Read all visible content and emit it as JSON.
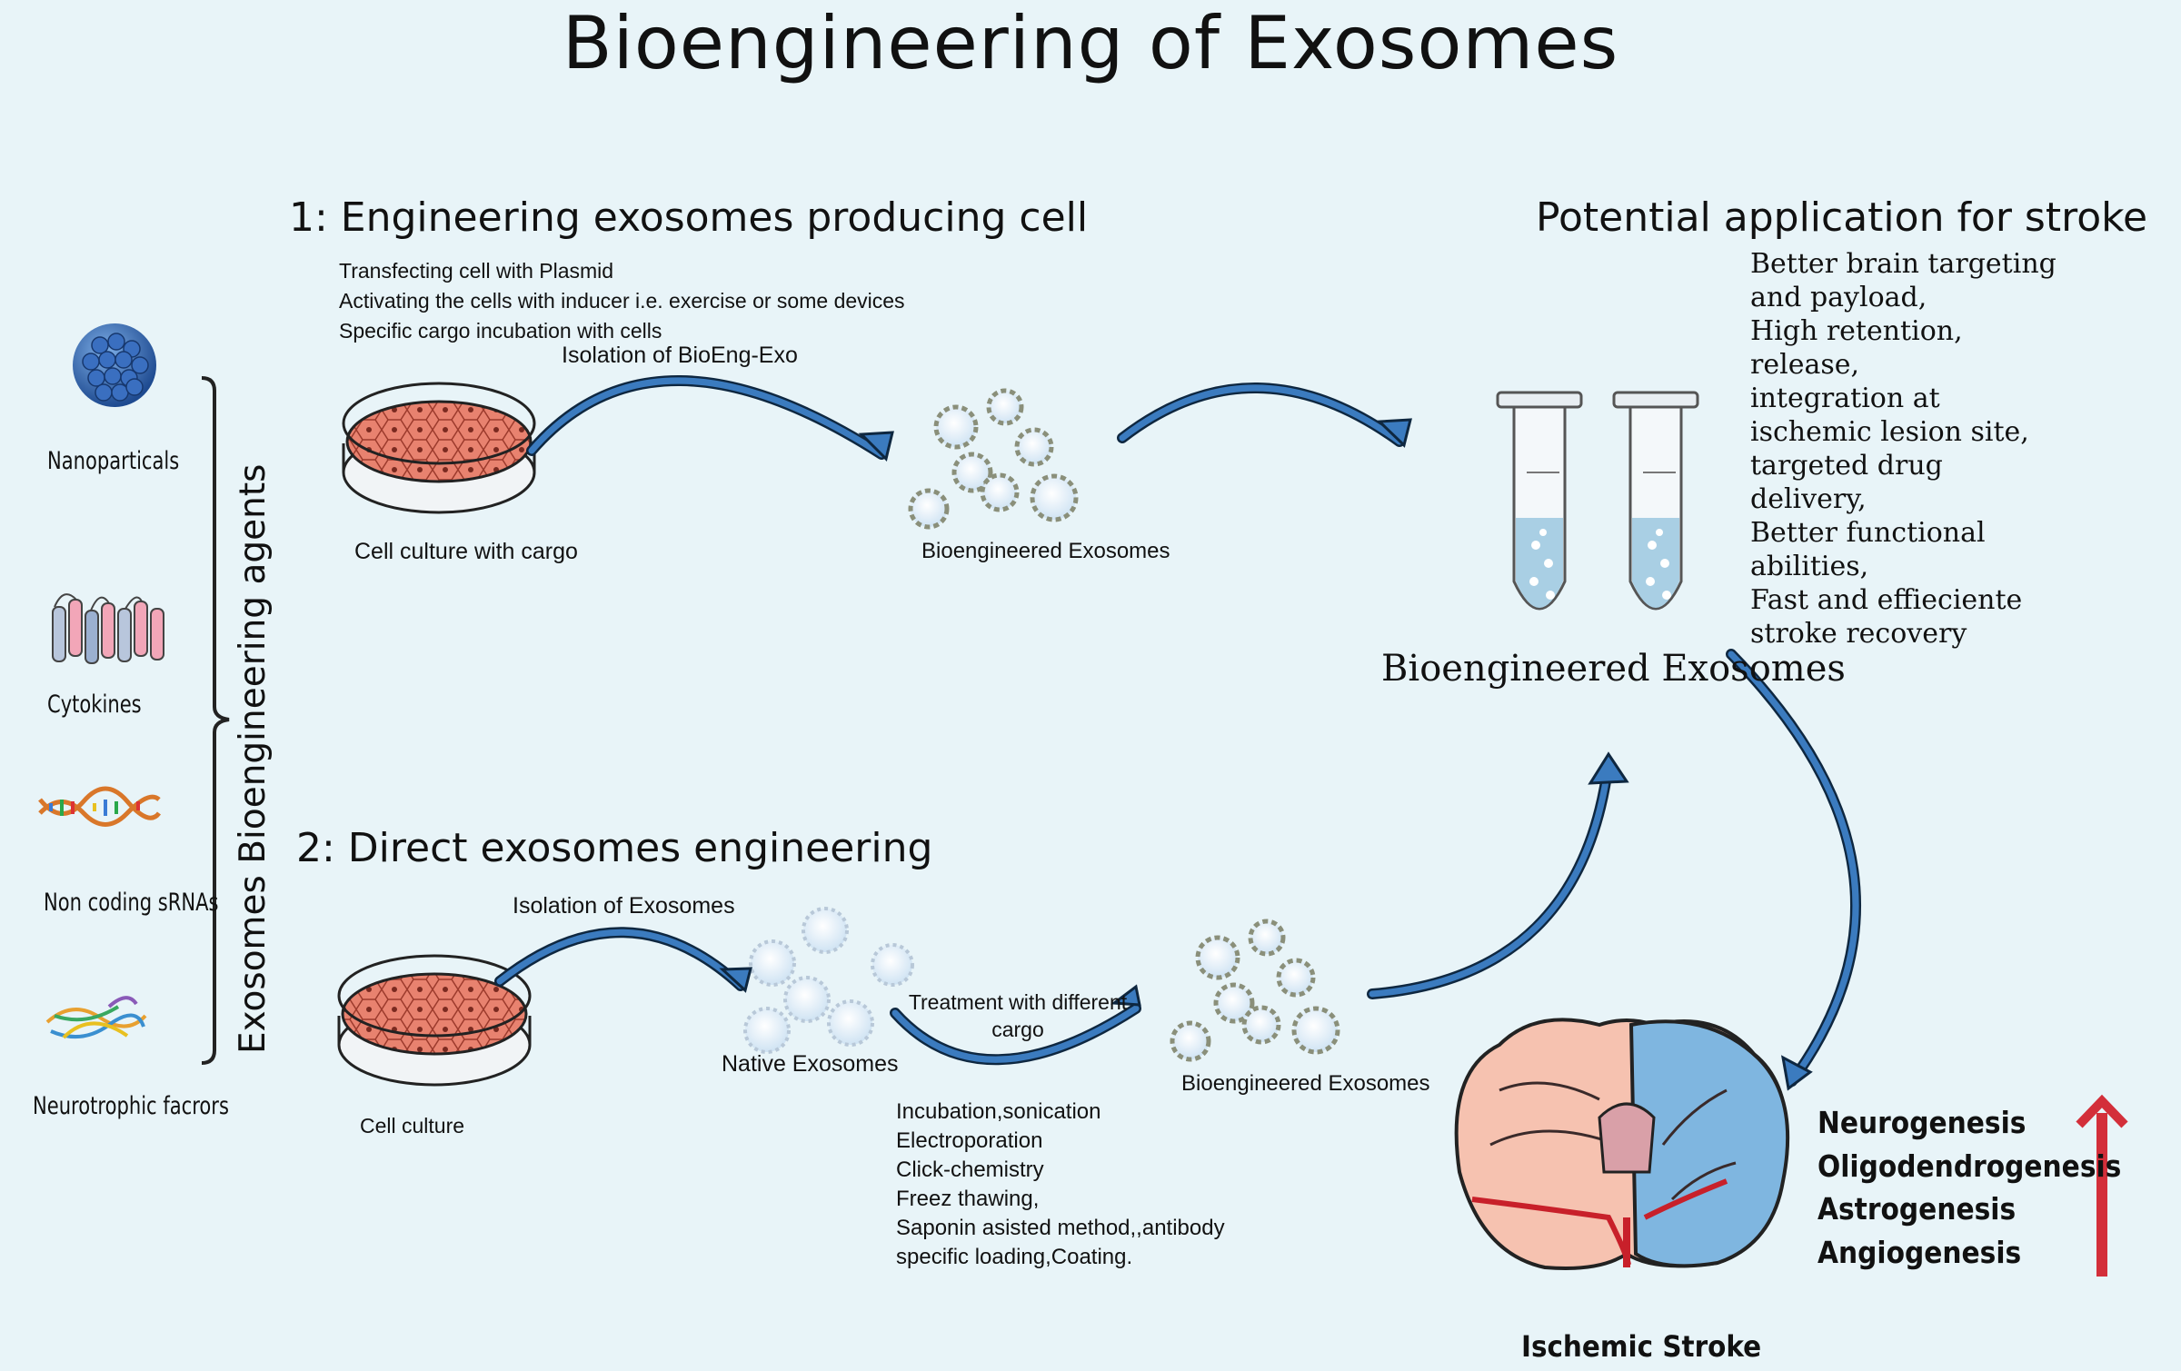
{
  "title": "Bioengineering of Exosomes",
  "sidebar": {
    "vertical_label": "Exosomes Bioengineering agents",
    "agents": [
      "Nanoparticals",
      "Cytokines",
      "Non coding sRNAs",
      "Neurotrophic facrors"
    ]
  },
  "section1": {
    "heading": "1: Engineering exosomes producing cell",
    "methods": [
      "Transfecting cell with Plasmid",
      "Activating the cells with inducer i.e. exercise or some devices",
      "Specific cargo incubation with cells"
    ],
    "isolation_label": "Isolation of BioEng-Exo",
    "culture_label": "Cell culture with cargo",
    "exosomes_label": "Bioengineered  Exosomes"
  },
  "section2": {
    "heading": "2: Direct  exosomes engineering",
    "isolation_label": "Isolation of Exosomes",
    "culture_label": "Cell culture",
    "native_label": "Native Exosomes",
    "treatment_label": [
      "Treatment with different",
      "cargo"
    ],
    "exosomes_label": "Bioengineered  Exosomes",
    "methods": [
      "Incubation,sonication",
      "Electroporation",
      "Click-chemistry",
      "Freez thawing,",
      "Saponin asisted method,,antibody",
      "specific loading,Coating."
    ]
  },
  "application": {
    "heading": "Potential application for stroke",
    "benefits": [
      "Better brain targeting",
      "and payload,",
      "High retention,",
      "release,",
      "integration at",
      "ischemic  lesion site,",
      "targeted drug",
      "delivery,",
      "Better functional",
      "abilities,",
      "Fast and effieciente",
      "stroke recovery"
    ],
    "product_label": "Bioengineered Exosomes",
    "stroke_label": "Ischemic Stroke",
    "outcomes": [
      "Neurogenesis",
      "Oligodendrogenesis",
      "Astrogenesis",
      "Angiogenesis"
    ]
  },
  "colors": {
    "background": "#e8f4f8",
    "arrow": "#3b7bbf",
    "arrow_outline": "#0e2740",
    "cells": "#e8826f",
    "dish": "#f1f4f6",
    "up_arrow": "#d32f3a",
    "nanoparticle": "#2f5fa8"
  },
  "icons": [
    "nanoparticle-icon",
    "cytokine-icon",
    "srna-icon",
    "neurotrophic-factor-icon",
    "petri-dish-icon",
    "exosome-icon",
    "tube-icon",
    "brain-icon",
    "up-arrow-icon"
  ]
}
